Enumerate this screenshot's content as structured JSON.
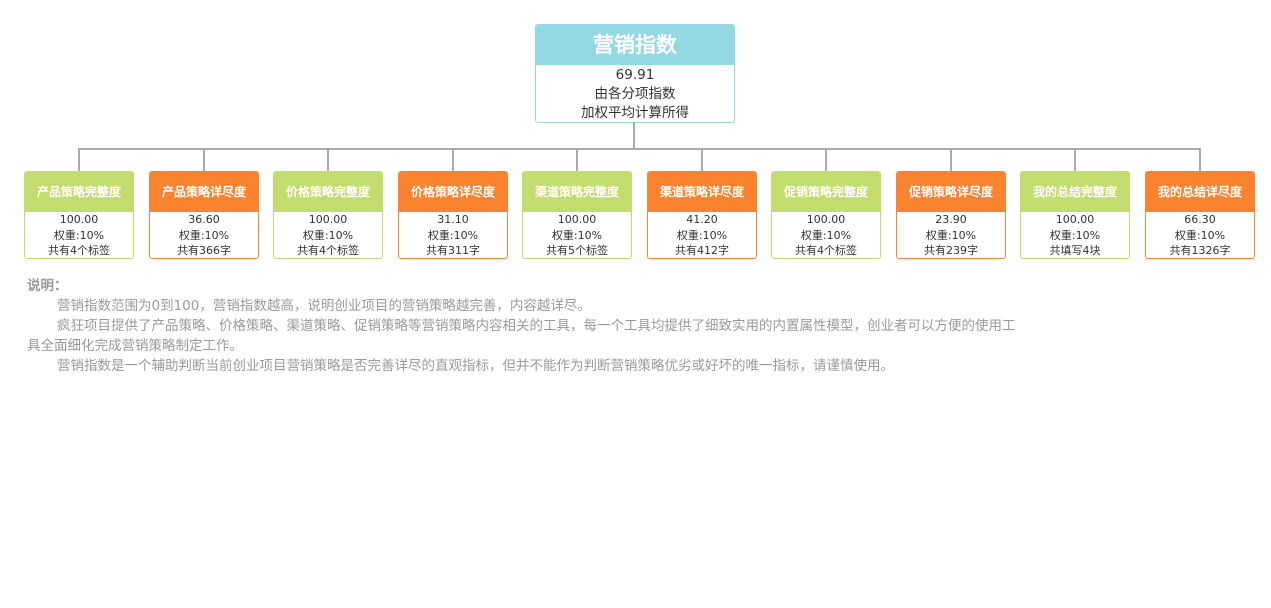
{
  "root": {
    "title": "营销指数",
    "value": "69.91",
    "desc_line1": "由各分项指数",
    "desc_line2": "加权平均计算所得",
    "header_color": "#93d9e3"
  },
  "colors": {
    "green": "#c3dc6e",
    "orange": "#f9832f",
    "connector": "#aaaaaa",
    "note_text": "#9a9a9a"
  },
  "children": [
    {
      "title": "产品策略完整度",
      "value": "100.00",
      "weight": "权重:10%",
      "detail": "共有4个标签",
      "color": "green"
    },
    {
      "title": "产品策略详尽度",
      "value": "36.60",
      "weight": "权重:10%",
      "detail": "共有366字",
      "color": "orange"
    },
    {
      "title": "价格策略完整度",
      "value": "100.00",
      "weight": "权重:10%",
      "detail": "共有4个标签",
      "color": "green"
    },
    {
      "title": "价格策略详尽度",
      "value": "31.10",
      "weight": "权重:10%",
      "detail": "共有311字",
      "color": "orange"
    },
    {
      "title": "渠道策略完整度",
      "value": "100.00",
      "weight": "权重:10%",
      "detail": "共有5个标签",
      "color": "green"
    },
    {
      "title": "渠道策略详尽度",
      "value": "41.20",
      "weight": "权重:10%",
      "detail": "共有412字",
      "color": "orange"
    },
    {
      "title": "促销策略完整度",
      "value": "100.00",
      "weight": "权重:10%",
      "detail": "共有4个标签",
      "color": "green"
    },
    {
      "title": "促销策略详尽度",
      "value": "23.90",
      "weight": "权重:10%",
      "detail": "共有239字",
      "color": "orange"
    },
    {
      "title": "我的总结完整度",
      "value": "100.00",
      "weight": "权重:10%",
      "detail": "共填写4块",
      "color": "green"
    },
    {
      "title": "我的总结详尽度",
      "value": "66.30",
      "weight": "权重:10%",
      "detail": "共有1326字",
      "color": "orange"
    }
  ],
  "notes": {
    "title": "说明：",
    "paragraphs": [
      "营销指数范围为0到100，营销指数越高，说明创业项目的营销策略越完善，内容越详尽。",
      "疯狂项目提供了产品策略、价格策略、渠道策略、促销策略等营销策略内容相关的工具，每一个工具均提供了细致实用的内置属性模型，创业者可以方便的使用工具全面细化完成营销策略制定工作。",
      "营销指数是一个辅助判断当前创业项目营销策略是否完善详尽的直观指标，但并不能作为判断营销策略优劣或好坏的唯一指标，请谨慎使用。"
    ]
  }
}
